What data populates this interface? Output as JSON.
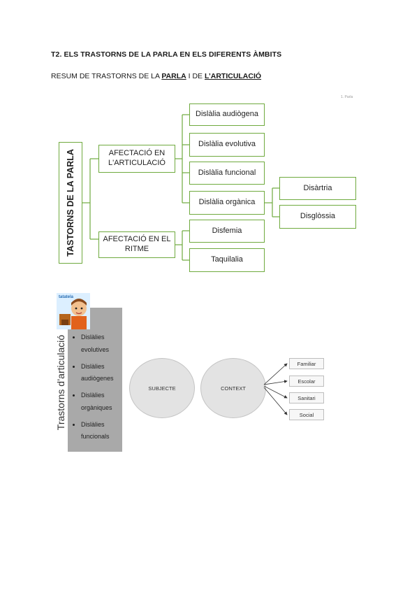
{
  "header": {
    "title": "T2. ELS TRASTORNS DE LA PARLA EN ELS DIFERENTS ÀMBITS",
    "subtitle_pre": "RESUM DE TRASTORNS DE LA ",
    "subtitle_parla": "PARLA",
    "subtitle_mid": " I DE ",
    "subtitle_articulacio": "L’ARTICULACIÓ",
    "tiny_mark": "1. Parla"
  },
  "diagram1": {
    "root": "TASTORNS DE LA PARLA",
    "branch_articulacio": "AFECTACIÓ EN L'ARTICULACIÓ",
    "branch_ritme": "AFECTACIÓ EN EL RITME",
    "articulacio_items": [
      "Dislàlia audiògena",
      "Dislàlia evolutiva",
      "Dislàlia funcional",
      "Dislàlia orgànica"
    ],
    "organica_items": [
      "Disàrtria",
      "Disglòssia"
    ],
    "ritme_items": [
      "Disfemia",
      "Taquilalia"
    ]
  },
  "diagram2": {
    "logo_text": "tatatela",
    "vertical_label": "Trastorns d’articulació",
    "list": [
      "Dislàlies evolutives",
      "Dislàlies audiògenes",
      "Dislàlies orgàniques",
      "Dislàlies funcionals"
    ],
    "circle_subjecte": "SUBJECTE",
    "circle_context": "CONTEXT",
    "contexts": [
      "Familiar",
      "Escolar",
      "Sanitari",
      "Social"
    ]
  }
}
